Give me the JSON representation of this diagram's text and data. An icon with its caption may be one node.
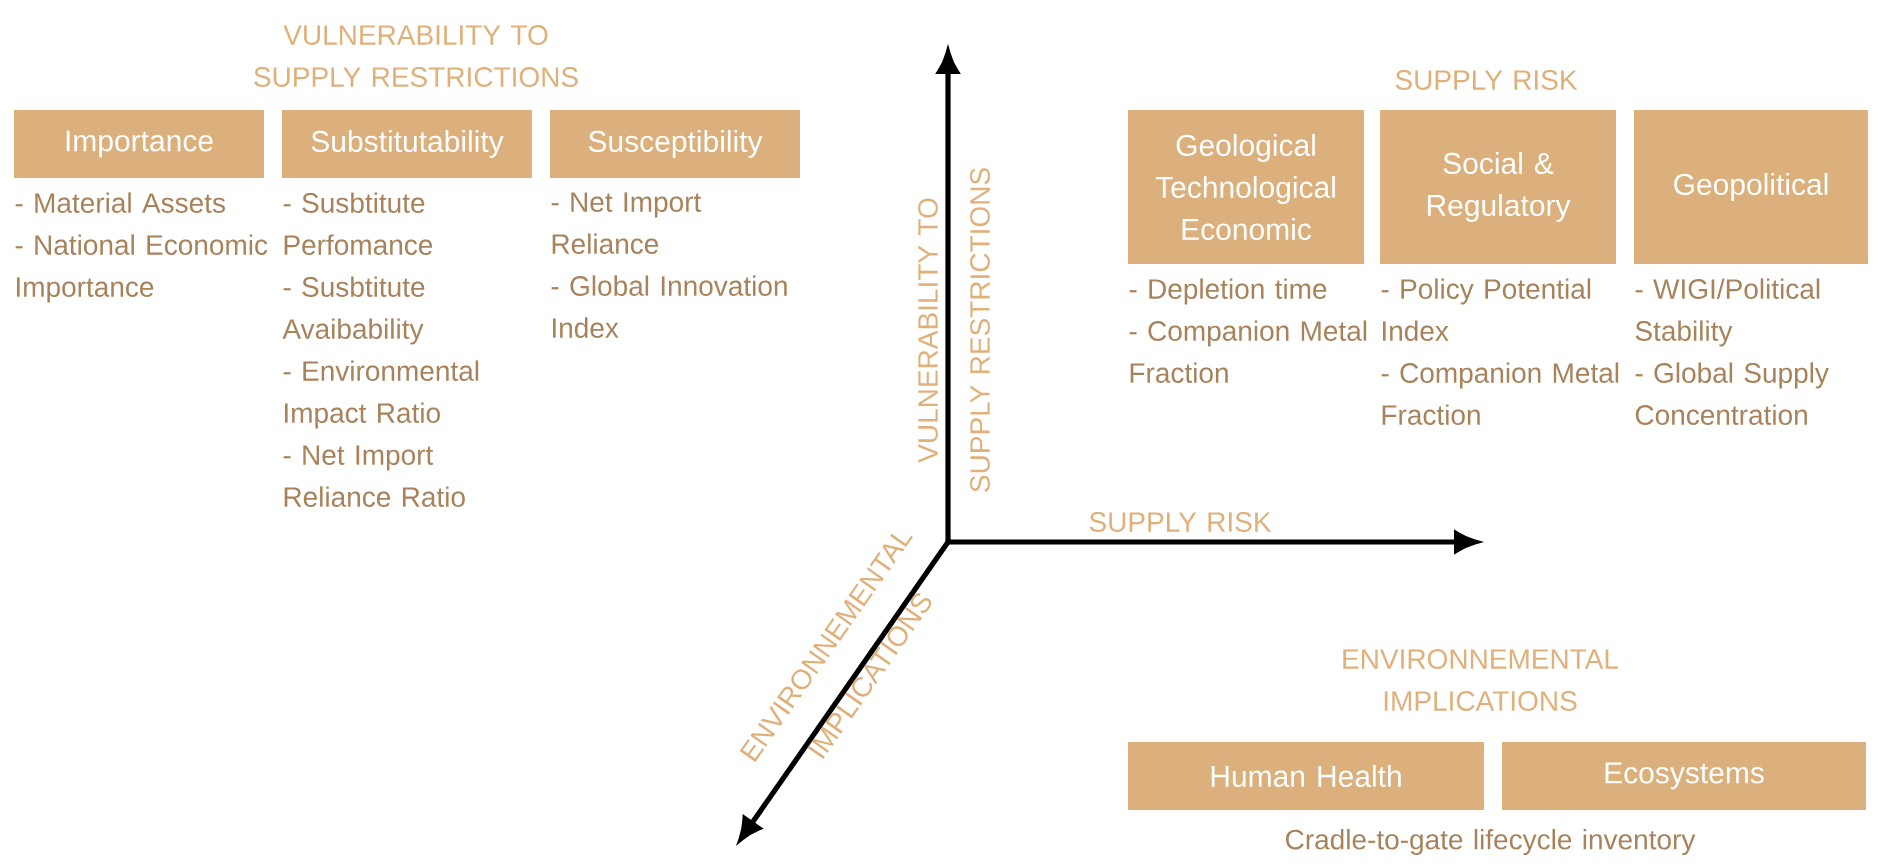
{
  "diagram": {
    "nodes": [
      {
        "text": [
          "Importance"
        ],
        "beside": [
          "- Material Assets",
          "- National Economic Importance"
        ]
      },
      {
        "text": [
          "Substitutability"
        ],
        "beside": [
          "- Susbtitute Perfomance",
          "- Susbtitute Avaibability",
          "- Environmental Impact Ratio",
          "- Net Import Reliance Ratio"
        ]
      },
      {
        "text": [
          "Susceptibility"
        ],
        "beside": [
          "- Net Import Reliance",
          "- Global Innovation Index"
        ]
      },
      {
        "text": [
          "Geological Technological Economic"
        ],
        "beside": [
          "- Depletion time",
          "- Companion Metal Fraction"
        ]
      },
      {
        "text": [
          "Social & Regulatory"
        ],
        "beside": [
          "- Policy Potential Index",
          "- Companion Metal Fraction"
        ]
      },
      {
        "text": [
          "Geopolitical"
        ],
        "beside": [
          "- WIGI/Political Stability",
          "- Global Supply Concentration"
        ]
      },
      {
        "text": [
          "Human Health"
        ]
      },
      {
        "text": [
          "Ecosystems"
        ]
      }
    ],
    "labels": [
      "VULNERABILITY TO SUPPLY RESTRICTIONS",
      "VULNERABILITY TO SUPPLY RESTRICTIONS",
      "SUPPLY RISK",
      "SUPPLY RISK",
      "ENVIRONNEMENTAL IMPLICATIONS",
      "ENVIRONNEMENTAL IMPLICATIONS",
      "Cradle-to-gate lifecycle inventory"
    ]
  }
}
